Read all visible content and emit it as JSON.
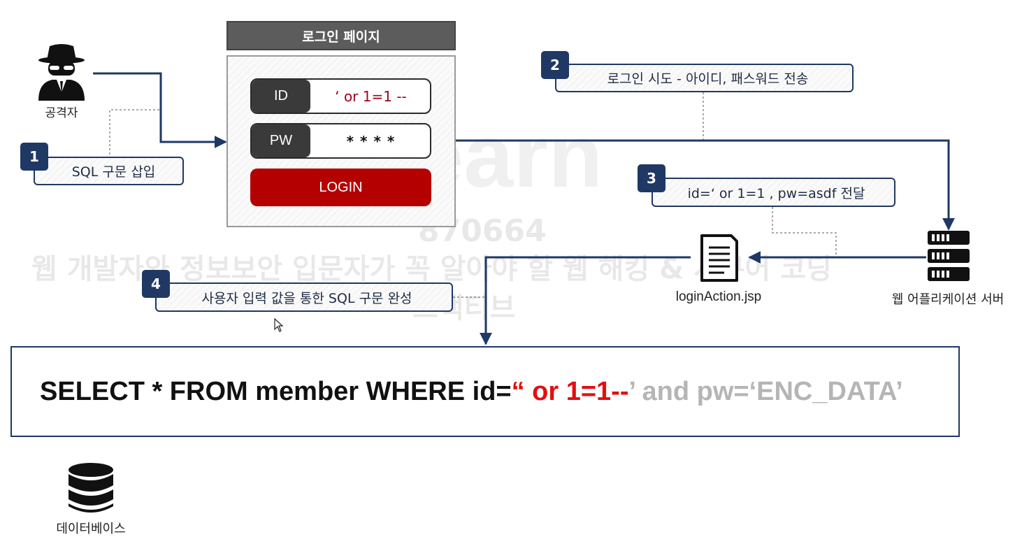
{
  "login_page": {
    "title": "로그인 페이지",
    "id_tag": "ID",
    "id_value": "‘ or 1=1 --",
    "pw_tag": "PW",
    "pw_value": "* * * *",
    "login_button": "LOGIN"
  },
  "attacker": {
    "label": "공격자",
    "icon": "attacker-icon"
  },
  "steps": [
    {
      "number": "1",
      "text": "SQL 구문 삽입"
    },
    {
      "number": "2",
      "text": "로그인 시도 - 아이디, 패스워드 전송"
    },
    {
      "number": "3",
      "text": "id=‘ or 1=1 , pw=asdf 전달"
    },
    {
      "number": "4",
      "text": "사용자 입력 값을 통한 SQL 구문 완성"
    }
  ],
  "file": {
    "label": "loginAction.jsp",
    "icon": "document-icon"
  },
  "server": {
    "label": "웹 어플리케이션 서버",
    "icon": "server-icon"
  },
  "database": {
    "label": "데이터베이스",
    "icon": "database-icon"
  },
  "query": {
    "part1": "SELECT * FROM member WHERE id=",
    "part2": "“ or 1=1--",
    "part3": "’ and pw=‘ENC_DATA’"
  },
  "watermark": {
    "brand": "inflearn",
    "code": "870664",
    "line1": "웹 개발자와 정보보안 입문자가 꼭 알아야 할 웹 해킹 & 시큐어 코딩",
    "line2": "프랙티브"
  },
  "colors": {
    "navy": "#1f3864",
    "button_red": "#b50000",
    "query_red": "#e01010",
    "query_gray": "#b5b5b5"
  }
}
